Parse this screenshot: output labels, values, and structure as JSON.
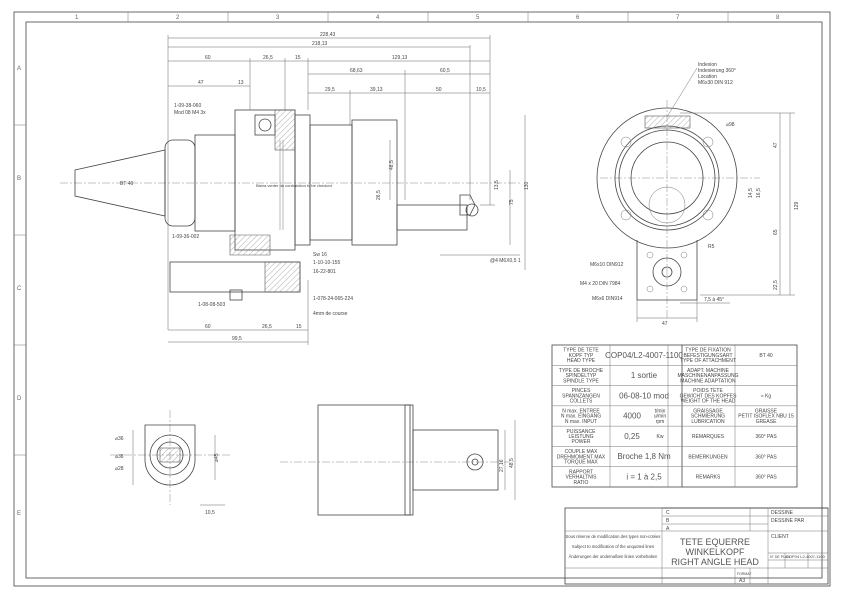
{
  "grid": {
    "columns": [
      "1",
      "2",
      "3",
      "4",
      "5",
      "6",
      "7",
      "8"
    ],
    "rows": [
      "A",
      "B",
      "C",
      "D",
      "E"
    ]
  },
  "side_view": {
    "dims_top": [
      "228,43",
      "218,13",
      "60",
      "26,5",
      "15",
      "129,13",
      "68,63",
      "60,5",
      "47",
      "13",
      "29,5",
      "39,13",
      "50",
      "10,5"
    ],
    "dims_bottom": [
      "60",
      "26,5",
      "15",
      "99,5"
    ],
    "taper_label": "BT 40",
    "callouts": [
      "1-09-38-060",
      "Mod 08 M4 3x",
      "Bistra venter du contraintion to be checked",
      "1-09-36-002",
      "Sw 16",
      "1-10-10-155",
      "16-22-801",
      "1-08-08-503",
      "1-078-24-065-224",
      "4mm de course"
    ],
    "dims_right": [
      "130",
      "75",
      "48,5",
      "13,5",
      "26,5"
    ],
    "dim_depth": "@4 M6X0,5 1"
  },
  "front_view": {
    "callout": [
      "Indexion",
      "Indexierung 360°",
      "Location",
      "M6x30 DIN 912"
    ],
    "diameter": "⌀98",
    "dims": [
      "47",
      "129",
      "65",
      "14,5",
      "16,5",
      "22,5",
      "R5"
    ],
    "screws": [
      "M6x10 DIN912",
      "M4 x 20 DIN 7984",
      "M6x6 DIN914"
    ],
    "chamfer": "7,5 à 45°",
    "width": "47"
  },
  "bottom_left_view": {
    "dims": [
      "⌀36",
      "⌀38",
      "⌀28",
      "⌀45",
      "10,5"
    ]
  },
  "bottom_mid_view": {
    "dims": [
      "27,16",
      "48,5"
    ]
  },
  "spec_table": {
    "rows": [
      {
        "label": "TYPE DE TETE\nKOPF TYP\nHEAD TYPE",
        "value": "COP04/L2-4007-1100",
        "unit": "",
        "label2": "TYPE DE FIXATION\nBEFESTIGUNGSART\nTYPE OF ATTACHMENT",
        "value2": "BT 40"
      },
      {
        "label": "TYPE DE BROCHE\nSPINDELTYP\nSPINDLE TYPE",
        "value": "1 sortie",
        "unit": "",
        "label2": "ADAPT. MACHINE\nMASCHINENANPASSUNG\nMACHINE ADAPTATION",
        "value2": ""
      },
      {
        "label": "PINCES\nSPANNZANGEN\nCOLLETS",
        "value": "06-08-10 mod",
        "unit": "",
        "label2": "POIDS TETE\nGEWICHT DES KOPFES\nWEIGHT OF THE HEAD",
        "value2": "≈        Kg"
      },
      {
        "label": "N max. ENTREE\nN max. EINGANG\nN max. INPUT",
        "value": "4000",
        "unit": "t/min\nu/min\nrpm",
        "label2": "GRAISSAGE\nSCHMIERUNG\nLUBRICATION",
        "value2": "GRAISSE\nPETIT ISOFLEX NBU 15\nGREASE"
      },
      {
        "label": "PUISSANCE\nLEISTUNG\nPOWER",
        "value": "0,25",
        "unit": "Kw",
        "label2": "REMARQUES",
        "value2": "360° PAS"
      },
      {
        "label": "COUPLE MAX\nDREHMOMENT MAX\nTORQUE MAX",
        "value": "Broche 1,8 Nm",
        "unit": "",
        "label2": "BEMERKUNGEN",
        "value2": "360° PAS"
      },
      {
        "label": "RAPPORT\nVERHALTNIS\nRATIO",
        "value": "i = 1 à 2,5",
        "unit": "",
        "label2": "REMARKS",
        "value2": "360° PAS"
      }
    ]
  },
  "title_block": {
    "disclaimer": [
      "Sous réserve de modification des types non-cotées",
      "Subject to modification of the unquoted lines",
      "Änderungen der undemaßten linien vorbehalten"
    ],
    "title": [
      "TETE EQUERRE",
      "WINKELKOPF",
      "RIGHT ANGLE HEAD"
    ],
    "rev_rows": [
      "C",
      "B",
      "A"
    ],
    "fields": [
      "DESSINE",
      "DESSINE PAR",
      "CLIENT"
    ],
    "drawing_no_label": "N° DE PLAN",
    "drawing_no": "COP04 L2-4007-1100",
    "sheet_label": "FORMAT",
    "sheet": "A3"
  }
}
